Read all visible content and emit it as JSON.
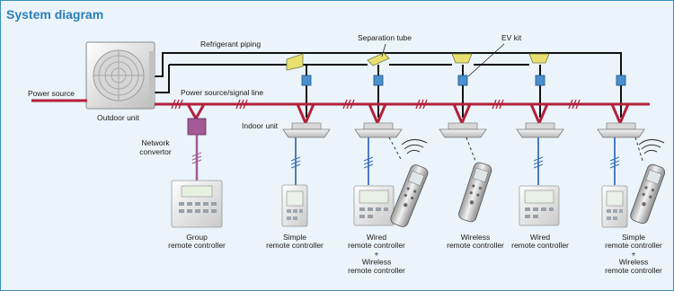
{
  "title": "System diagram",
  "labels": {
    "refrigerant": "Refrigerant piping",
    "separation": "Separation tube",
    "ev_kit": "EV kit",
    "power_source": "Power source",
    "power_signal": "Power source/signal line",
    "outdoor": "Outdoor unit",
    "indoor": "Indoor unit",
    "network": [
      "Network",
      "convertor"
    ]
  },
  "controllers": [
    [
      "Group",
      "remote controller"
    ],
    [
      "Simple",
      "remote controller"
    ],
    [
      "Wired",
      "remote controller",
      "+",
      "Wireless",
      "remote controller"
    ],
    [
      "Wireless",
      "remote controller"
    ],
    [
      "Wired",
      "remote controller"
    ],
    [
      "Simple",
      "remote controller",
      "+",
      "Wireless",
      "remote controller"
    ]
  ],
  "colors": {
    "accent": "#2a7fb8",
    "power_line": "#b3203a",
    "refrigerant_line": "#111111",
    "ev_kit": "#4a90d0",
    "separation_tube": "#e8e070",
    "network_convertor": "#a45a96",
    "signal_wire": "#3a6fb8"
  }
}
